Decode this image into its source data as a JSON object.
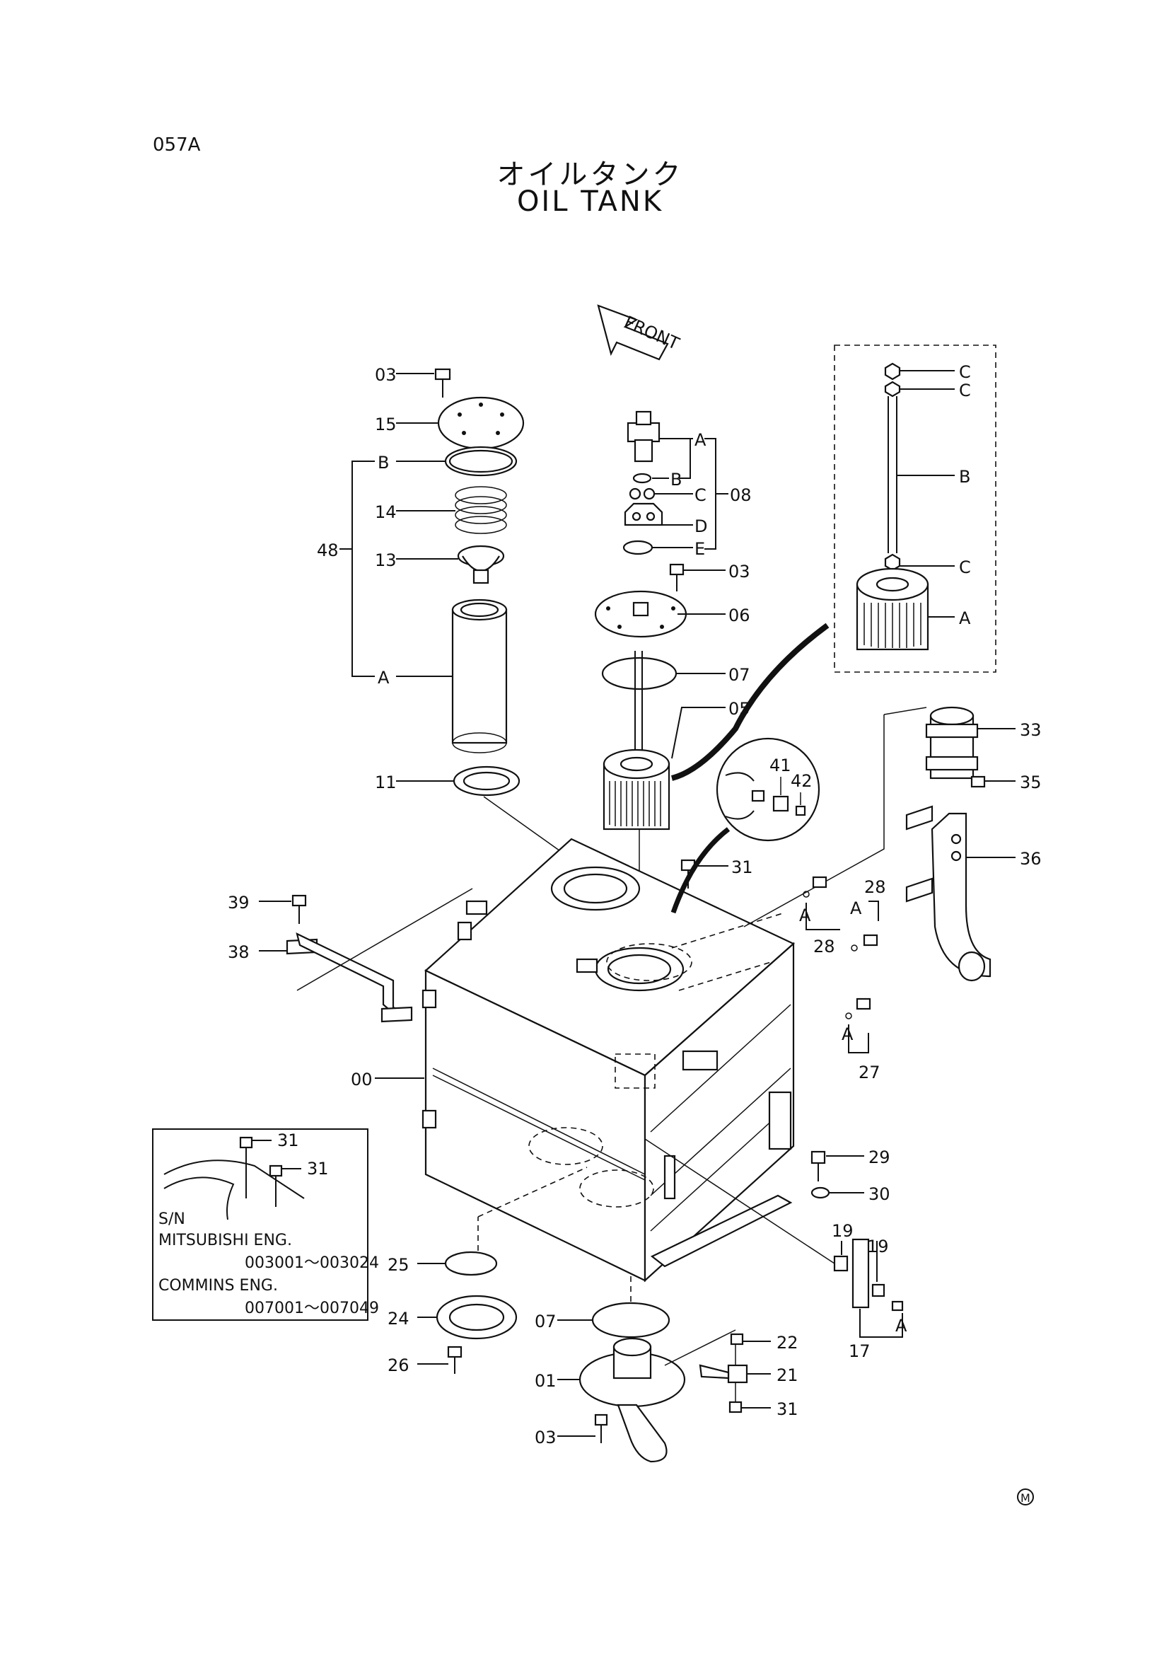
{
  "page_code": "057A",
  "title_jp": "オイルタンク",
  "title_en": "OIL TANK",
  "front_arrow": "FRONT",
  "callouts": {
    "c03a": "03",
    "c15": "15",
    "cB48": "B",
    "c14": "14",
    "c48": "48",
    "c13": "13",
    "cA48": "A",
    "c11": "11",
    "cA08": "A",
    "cB08": "B",
    "cC08": "C",
    "cD08": "D",
    "cE08": "E",
    "c08": "08",
    "c03b": "03",
    "c06": "06",
    "c07a": "07",
    "c05": "05",
    "cC1": "C",
    "cC2": "C",
    "cBrod": "B",
    "cC3": "C",
    "cAel": "A",
    "c33": "33",
    "c35": "35",
    "c36": "36",
    "c41": "41",
    "c42": "42",
    "c31a": "31",
    "c28a": "28",
    "cA28a": "A",
    "c28b": "28",
    "cA28b": "A",
    "cA27": "A",
    "c27": "27",
    "c39": "39",
    "c38": "38",
    "c00": "00",
    "c29": "29",
    "c30": "30",
    "c19a": "19",
    "c19b": "19",
    "cA17": "A",
    "c17": "17",
    "c25": "25",
    "c24": "24",
    "c26": "26",
    "c07b": "07",
    "c01": "01",
    "c03c": "03",
    "c22": "22",
    "c21": "21",
    "c31b": "31",
    "inset_31a": "31",
    "inset_31b": "31"
  },
  "inset": {
    "sn": "S/N",
    "eng1": "MITSUBISHI  ENG.",
    "range1": "003001～003024",
    "eng2": "COMMINS  ENG.",
    "range2": "007001～007049"
  },
  "mark": "M"
}
